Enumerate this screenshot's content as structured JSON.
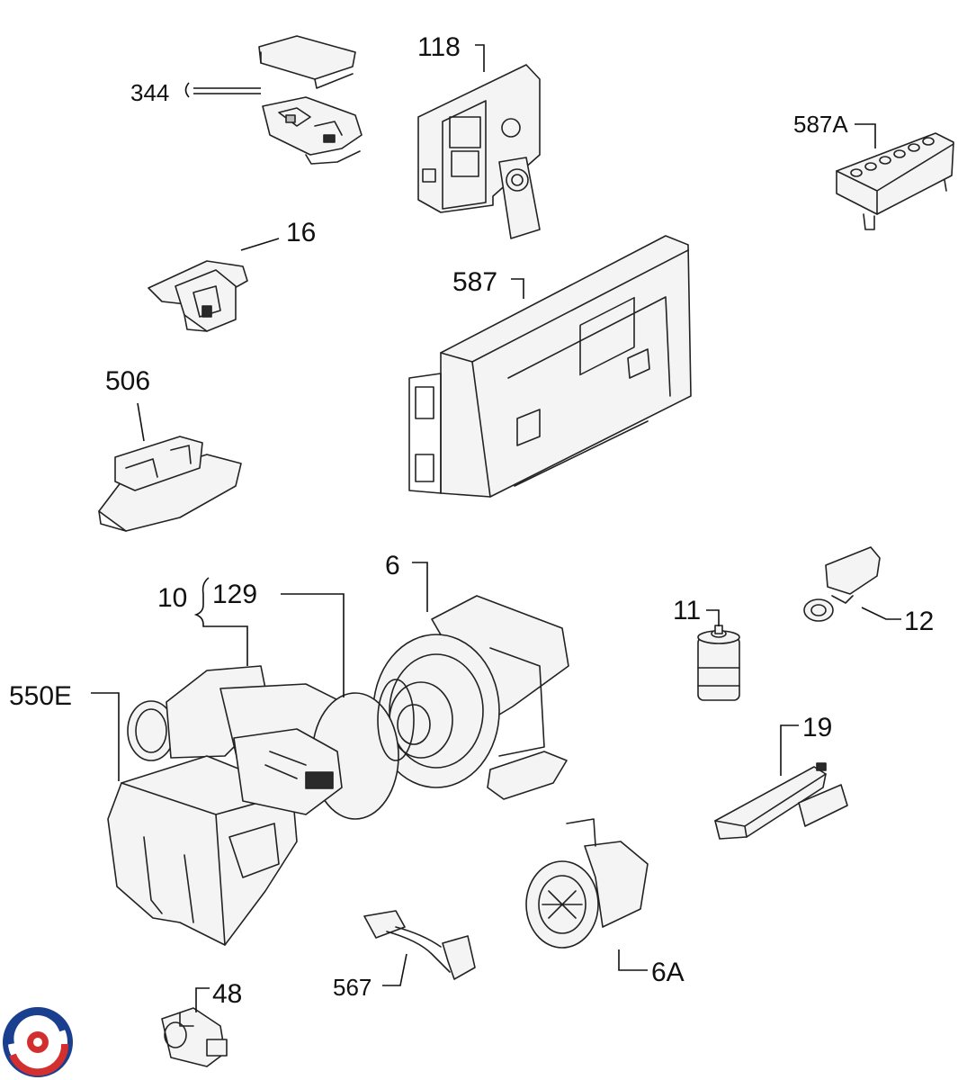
{
  "labels": {
    "p344": "344",
    "p118": "118",
    "p587A": "587A",
    "p16": "16",
    "p587": "587",
    "p506": "506",
    "p6": "6",
    "p10": "10",
    "p129": "129",
    "p550E": "550E",
    "p11": "11",
    "p12": "12",
    "p19": "19",
    "p567": "567",
    "p6A": "6A",
    "p48": "48"
  },
  "logo": {
    "icon": "swirl-logo-icon",
    "colors": [
      "#d32f2f",
      "#1a3f8f"
    ]
  }
}
